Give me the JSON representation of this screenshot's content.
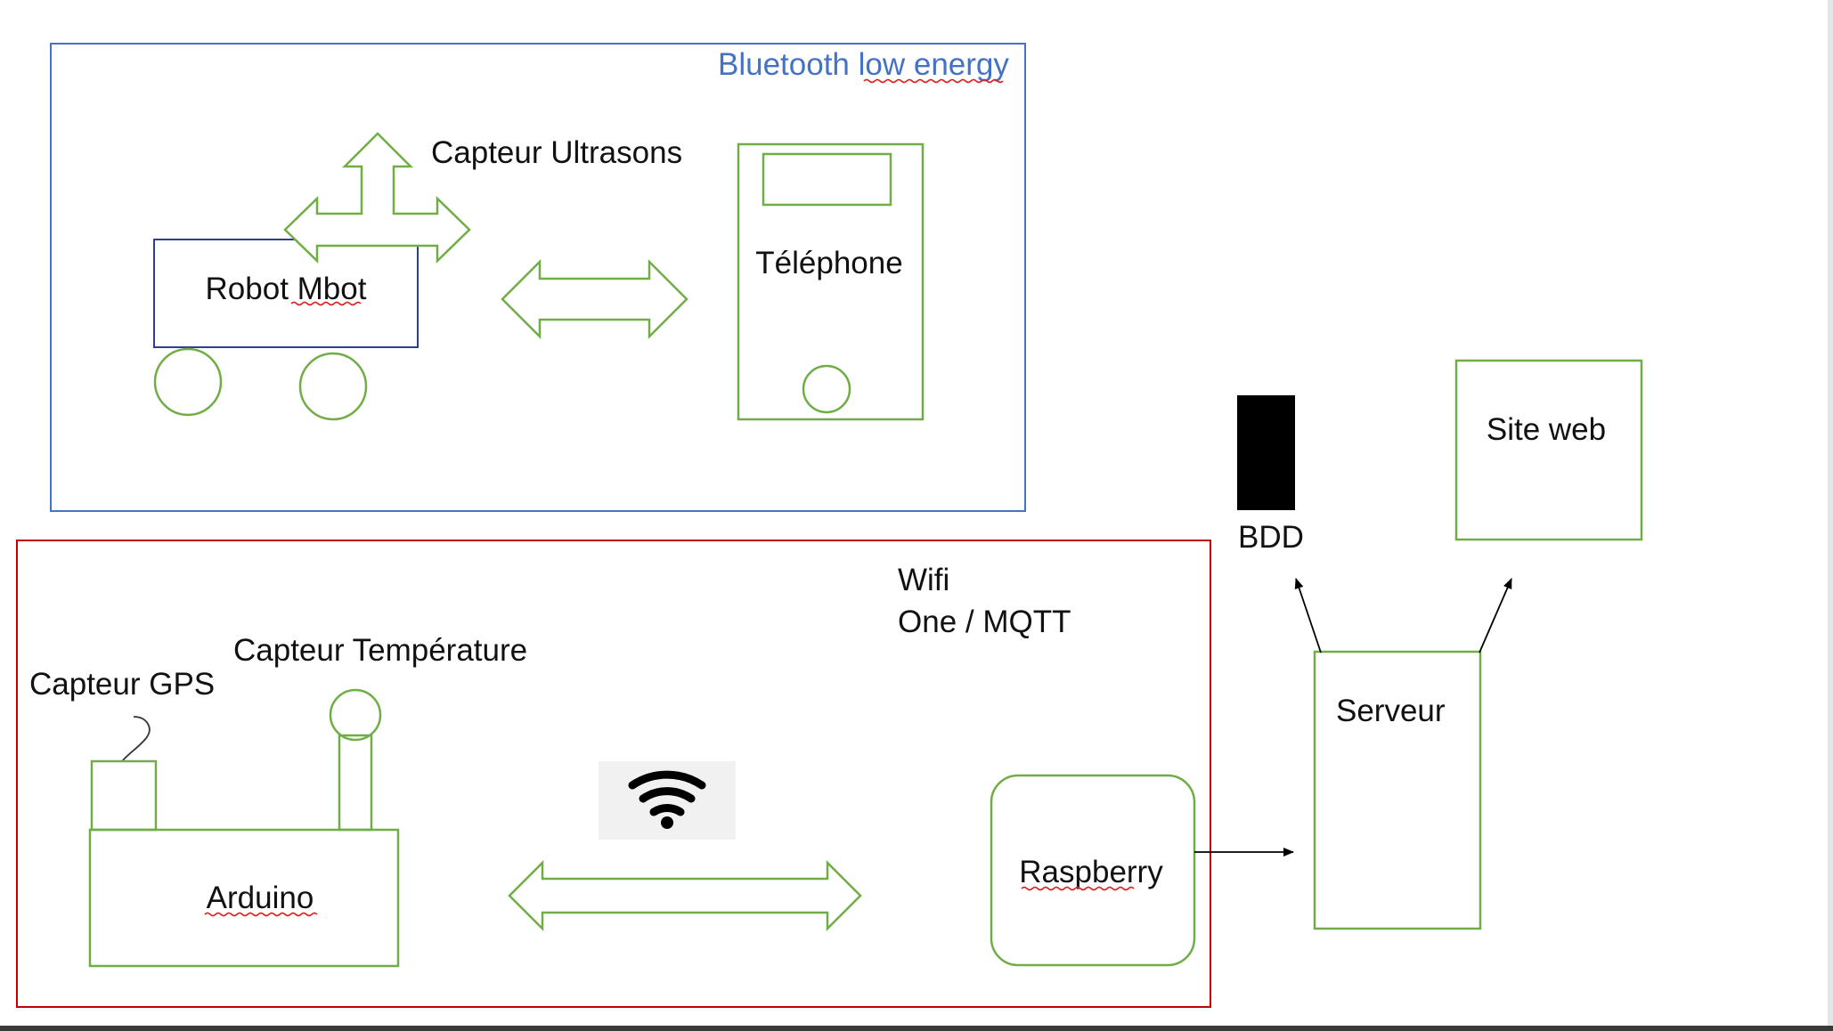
{
  "colors": {
    "bluetooth_frame": "#4472c4",
    "wifi_frame": "#c00000",
    "shape_outline": "#70ad47",
    "robot_body": "#2f3f8f",
    "database": "#000000",
    "arrow": "#000000",
    "spellcheck_underline": "#e02020"
  },
  "bluetooth_zone": {
    "title": "Bluetooth low energy",
    "robot_label": "Robot Mbot",
    "sensor_label": "Capteur Ultrasons",
    "phone_label": "Téléphone"
  },
  "wifi_zone": {
    "protocol_line1": "Wifi",
    "protocol_line2": "One / MQTT",
    "gps_label": "Capteur GPS",
    "temperature_label": "Capteur Température",
    "arduino_label": "Arduino",
    "raspberry_label": "Raspberry",
    "wifi_icon": "wifi-icon"
  },
  "server_side": {
    "server_label": "Serveur",
    "database_label": "BDD",
    "website_label": "Site web"
  }
}
